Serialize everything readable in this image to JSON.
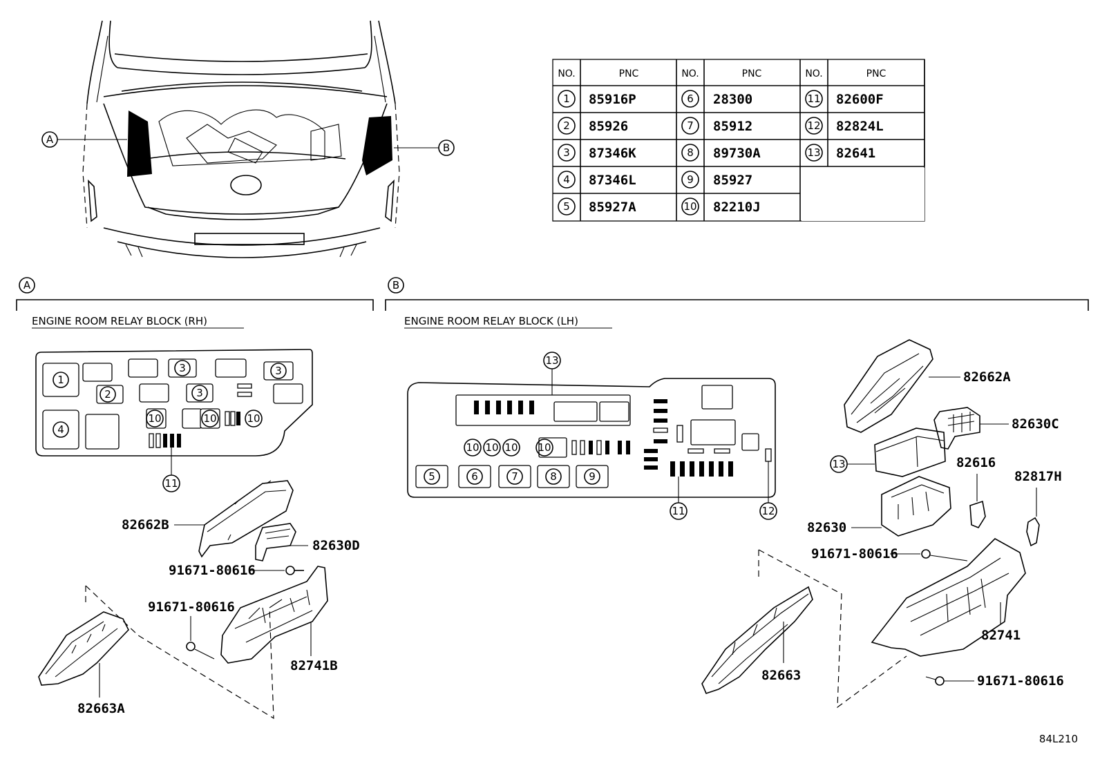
{
  "table": {
    "header_no": "NO.",
    "header_pnc": "PNC",
    "rows": [
      {
        "no": "1",
        "pnc": "85916P"
      },
      {
        "no": "2",
        "pnc": "85926"
      },
      {
        "no": "3",
        "pnc": "87346K"
      },
      {
        "no": "4",
        "pnc": "87346L"
      },
      {
        "no": "5",
        "pnc": "85927A"
      },
      {
        "no": "6",
        "pnc": "28300"
      },
      {
        "no": "7",
        "pnc": "85912"
      },
      {
        "no": "8",
        "pnc": "89730A"
      },
      {
        "no": "9",
        "pnc": "85927"
      },
      {
        "no": "10",
        "pnc": "82210J"
      },
      {
        "no": "11",
        "pnc": "82600F"
      },
      {
        "no": "12",
        "pnc": "82824L"
      },
      {
        "no": "13",
        "pnc": "82641"
      }
    ]
  },
  "views": {
    "a_letter": "A",
    "b_letter": "B",
    "a_title": "ENGINE ROOM RELAY BLOCK (RH)",
    "b_title": "ENGINE ROOM RELAY BLOCK (LH)"
  },
  "block_a_marks": {
    "m1": "1",
    "m2": "2",
    "m3a": "3",
    "m3b": "3",
    "m3c": "3",
    "m4": "4",
    "m10a": "10",
    "m10b": "10",
    "m10c": "10",
    "m11": "11"
  },
  "block_b_marks": {
    "m5": "5",
    "m6": "6",
    "m7": "7",
    "m8": "8",
    "m9": "9",
    "m10a": "10",
    "m10b": "10",
    "m10c": "10",
    "m10d": "10",
    "m11": "11",
    "m12": "12",
    "m13": "13",
    "m13b": "13"
  },
  "parts_a": {
    "p1": "82662B",
    "p2": "82630D",
    "p3": "91671-80616",
    "p4": "91671-80616",
    "p5": "82741B",
    "p6": "82663A"
  },
  "parts_b": {
    "p1": "82662A",
    "p2": "82630C",
    "p3": "82616",
    "p4": "82817H",
    "p5": "82630",
    "p6": "91671-80616",
    "p7": "82741",
    "p8": "82663",
    "p9": "91671-80616"
  },
  "figure_code": "84L210"
}
